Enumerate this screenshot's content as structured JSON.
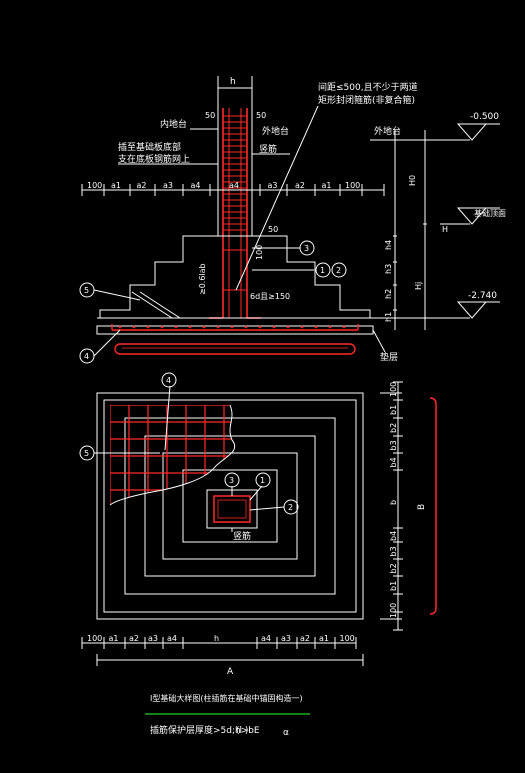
{
  "section": {
    "h_label": "h",
    "cover_50_left": "50",
    "cover_50_right": "50",
    "inner_label": "内地台",
    "outer_label": "外地台",
    "note_top_line1": "间距≤500,且不少于两道",
    "note_top_line2": "矩形封闭箍筋(非复合箍)",
    "note_left_line1": "插至基础板底部",
    "note_left_line2": "支在底板钢筋网上",
    "edge_label": "竖筋",
    "anchor_label": "≥0.6lab",
    "bend_label": "6d且≥150",
    "dim_100": "100",
    "pedestal_dims": [
      "100",
      "a1",
      "a2",
      "a3",
      "a4",
      "h",
      "a4",
      "a3",
      "a2",
      "a1",
      "100"
    ],
    "elev_top": "-0.500",
    "elev_bottom": "-2.740",
    "label_outer_ground": "外地台",
    "label_base_top": "基础顶面",
    "h_dims": [
      "H0",
      "H",
      "h4",
      "h3",
      "h2",
      "h1",
      "Hj"
    ],
    "cushion": "垫层",
    "callouts": [
      "1",
      "2",
      "3",
      "4",
      "5"
    ]
  },
  "plan": {
    "b_dims": [
      "100",
      "b1",
      "b2",
      "b3",
      "b4",
      "b",
      "b4",
      "b3",
      "b2",
      "b1",
      "100"
    ],
    "B_label": "B",
    "A_label": "A",
    "center_label": "竖筋",
    "callouts": [
      "1",
      "2",
      "3",
      "4",
      "5"
    ]
  },
  "caption": {
    "title": "I型基础大样图(柱插筋在基础中锚固构造一)",
    "formula_prefix": "插筋保护层厚度>5d;h>l",
    "formula_sub": "(l  )oE",
    "formula_suffix": "α"
  }
}
